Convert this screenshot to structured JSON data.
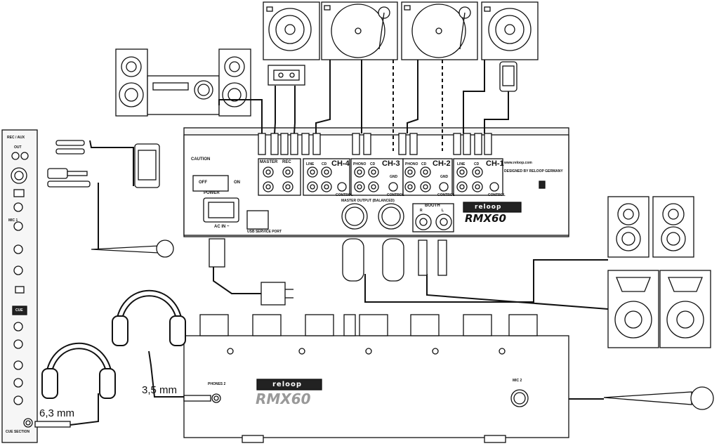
{
  "side_panel": {
    "rec_aux": "REC / AUX",
    "out": "OUT",
    "mic1": "MIC 1",
    "cue": "CUE",
    "cue_section": "CUE SECTION"
  },
  "back_panel": {
    "caution": "CAUTION",
    "master": "MASTER",
    "rec": "REC",
    "line": "LINE",
    "cd": "CD",
    "phono": "PHONO",
    "ch4": "CH-4",
    "ch3": "CH-3",
    "ch2": "CH-2",
    "ch1": "CH-1",
    "gnd": "GND",
    "control": "CONTROL",
    "off": "OFF",
    "on": "ON",
    "power": "POWER",
    "ac_in": "AC IN ~",
    "usb_service_port": "USB SERVICE PORT",
    "master_output": "MASTER OUTPUT (BALANCED)",
    "booth": "BOOTH",
    "r": "R",
    "l": "L",
    "website": "www.reloop.com",
    "designed_by": "DESIGNED BY RELOOP GERMANY",
    "brand": "reloop",
    "model": "RMX60"
  },
  "front_panel": {
    "phones2": "PHONES 2",
    "mic2": "MIC 2",
    "brand": "reloop",
    "model": "RMX60"
  },
  "callouts": {
    "jack_35": "3,5 mm",
    "jack_63": "6,3 mm"
  },
  "colors": {
    "line": "#111111",
    "fill": "#ffffff",
    "panel": "#f4f4f4"
  },
  "icons": [
    "turntable-icon",
    "cd-player-icon",
    "speaker-icon",
    "stereo-system-icon",
    "cassette-deck-icon",
    "smartphone-icon",
    "microphone-icon",
    "headphones-icon",
    "power-plug-icon",
    "headphone-jack-icon"
  ]
}
